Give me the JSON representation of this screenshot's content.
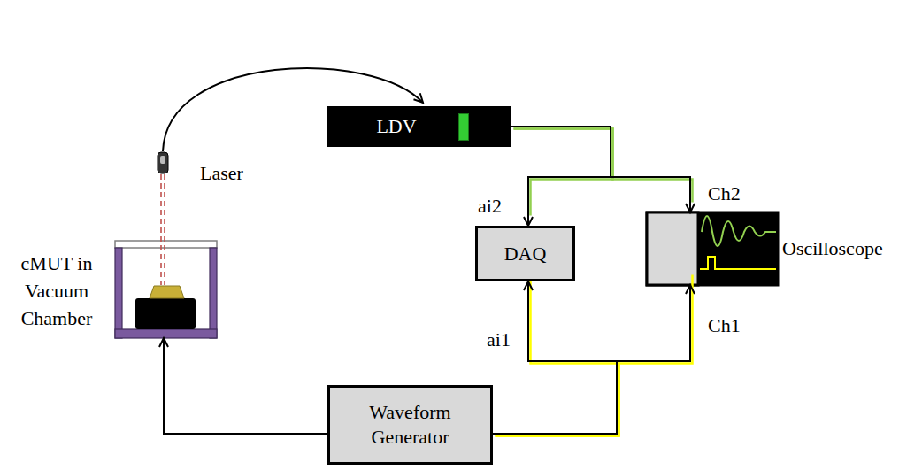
{
  "diagram": {
    "nodes": [
      {
        "text": [
          "cMUT in Vacuum Chamber"
        ]
      },
      {
        "text": [
          "LDV"
        ]
      },
      {
        "text": [
          "DAQ"
        ]
      },
      {
        "text": [
          "Oscilloscope"
        ]
      },
      {
        "text": [
          "Waveform Generator"
        ]
      }
    ],
    "edges": [
      {
        "from": 1,
        "to": 2,
        "arrow": "to",
        "label": "ai2"
      },
      {
        "from": 1,
        "to": 3,
        "arrow": "to",
        "label": "Ch2"
      },
      {
        "from": 4,
        "to": 0,
        "arrow": "to"
      },
      {
        "from": 4,
        "to": 2,
        "arrow": "to",
        "label": "ai1"
      },
      {
        "from": 4,
        "to": 3,
        "arrow": "to",
        "label": "Ch1"
      }
    ],
    "labels": [
      "Laser"
    ]
  }
}
